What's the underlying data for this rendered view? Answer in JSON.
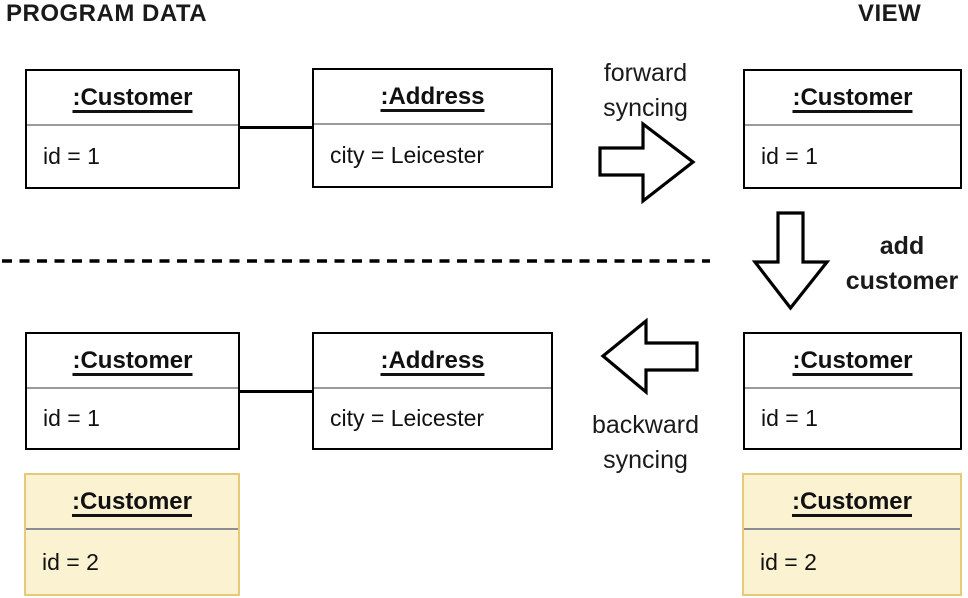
{
  "header": {
    "program_data_title": "PROGRAM DATA",
    "view_title": "VIEW"
  },
  "objects": {
    "pd_top_customer": {
      "name": ":Customer",
      "attribute": "id = 1"
    },
    "pd_top_address": {
      "name": ":Address",
      "attribute": "city = Leicester"
    },
    "view_top_customer": {
      "name": ":Customer",
      "attribute": "id = 1"
    },
    "pd_bottom_customer": {
      "name": ":Customer",
      "attribute": "id = 1"
    },
    "pd_bottom_address": {
      "name": ":Address",
      "attribute": "city = Leicester"
    },
    "view_bottom_customer": {
      "name": ":Customer",
      "attribute": "id = 1"
    },
    "pd_new_customer": {
      "name": ":Customer",
      "attribute": "id = 2"
    },
    "view_new_customer": {
      "name": ":Customer",
      "attribute": "id = 2"
    }
  },
  "arrows": {
    "forward": {
      "line1": "forward",
      "line2": "syncing"
    },
    "add": {
      "line1": "add",
      "line2": "customer"
    },
    "backward": {
      "line1": "backward",
      "line2": "syncing"
    }
  },
  "colors": {
    "highlight_fill": "#FBF2D2",
    "highlight_border": "#E6C979",
    "box_border": "#000000",
    "divider_gray": "#9a9a9a",
    "text": "#1a1a1a"
  }
}
